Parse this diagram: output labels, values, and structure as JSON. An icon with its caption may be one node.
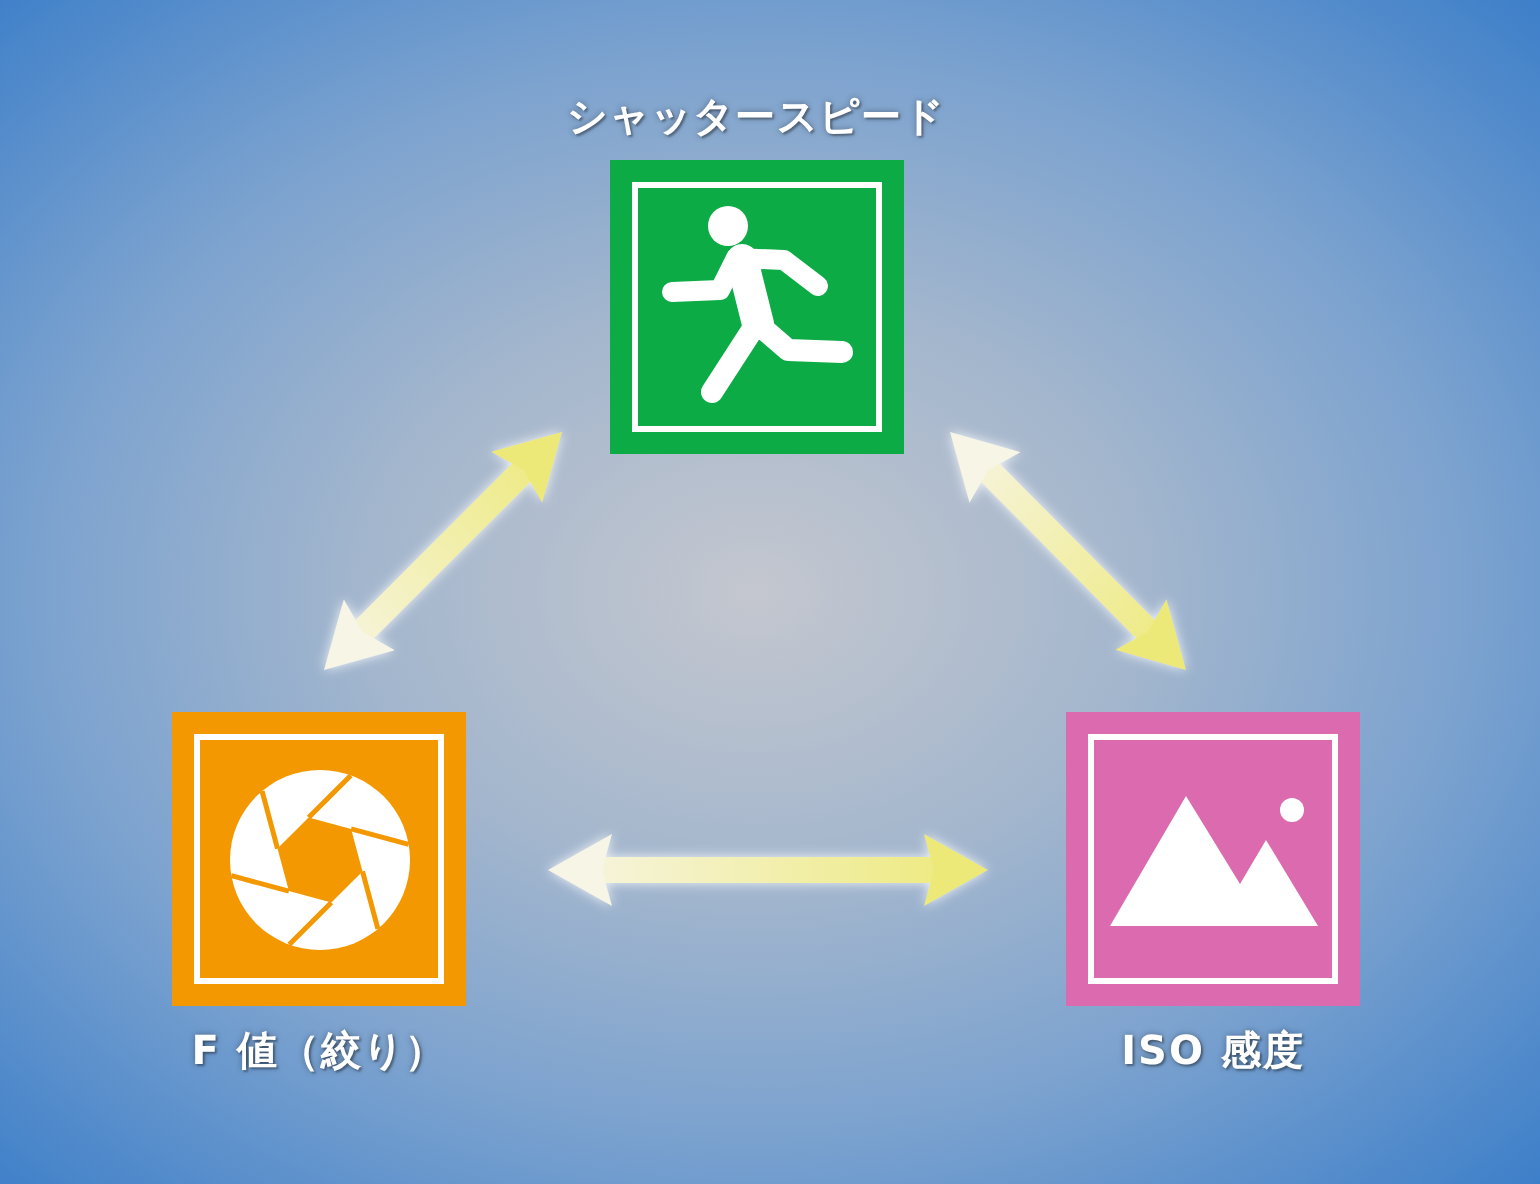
{
  "diagram": {
    "nodes": [
      {
        "text": [
          "シャッタースピード"
        ]
      },
      {
        "text": [
          "F 値（絞り）"
        ]
      },
      {
        "text": [
          "ISO 感度"
        ]
      }
    ],
    "edges": [
      {
        "from": 1,
        "to": 0,
        "arrow": "both"
      },
      {
        "from": 0,
        "to": 2,
        "arrow": "both"
      },
      {
        "from": 1,
        "to": 2,
        "arrow": "both"
      }
    ]
  }
}
